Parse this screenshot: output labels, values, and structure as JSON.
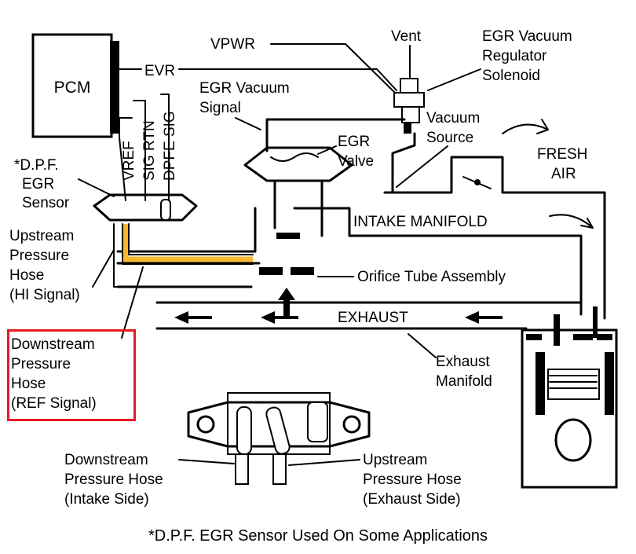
{
  "labels": {
    "pcm": "PCM",
    "evr": "EVR",
    "vpwr": "VPWR",
    "vent": "Vent",
    "egr_vac_reg_1": "EGR Vacuum",
    "egr_vac_reg_2": "Regulator",
    "egr_vac_reg_3": "Solenoid",
    "egr_vac_signal_1": "EGR Vacuum",
    "egr_vac_signal_2": "Signal",
    "vacuum_source_1": "Vacuum",
    "vacuum_source_2": "Source",
    "egr_valve_1": "EGR",
    "egr_valve_2": "Valve",
    "fresh_air_1": "FRESH",
    "fresh_air_2": "AIR",
    "vref": "VREF",
    "sig_rtn": "SIG RTN",
    "dpfe_sig": "DPFE SIG",
    "dpf_sensor_1": "*D.P.F.",
    "dpf_sensor_2": "EGR",
    "dpf_sensor_3": "Sensor",
    "intake_manifold": "INTAKE MANIFOLD",
    "upstream_hose_1": "Upstream",
    "upstream_hose_2": "Pressure",
    "upstream_hose_3": "Hose",
    "upstream_hose_4": "(HI Signal)",
    "orifice_tube": "Orifice Tube Assembly",
    "exhaust": "EXHAUST",
    "downstream_hose_1": "Downstream",
    "downstream_hose_2": "Pressure",
    "downstream_hose_3": "Hose",
    "downstream_hose_4": "(REF Signal)",
    "exhaust_manifold_1": "Exhaust",
    "exhaust_manifold_2": "Manifold",
    "ds_intake_1": "Downstream",
    "ds_intake_2": "Pressure Hose",
    "ds_intake_3": "(Intake Side)",
    "us_exhaust_1": "Upstream",
    "us_exhaust_2": "Pressure Hose",
    "us_exhaust_3": "(Exhaust Side)",
    "footnote": "*D.P.F. EGR Sensor Used On Some Applications"
  },
  "colors": {
    "highlight_border": "#e31b23",
    "downstream_hose": "#f5b82e"
  }
}
